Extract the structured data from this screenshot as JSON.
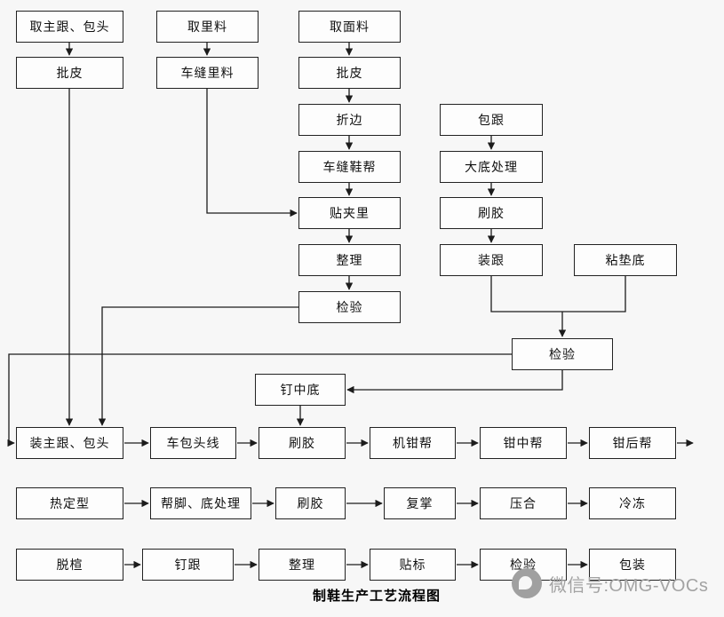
{
  "title": "制鞋生产工艺流程图",
  "watermark": {
    "icon": "wechat-logo-icon",
    "text": "微信号:OMG-VOCs"
  },
  "colors": {
    "page_background": "#f7f7f7",
    "box_background": "#fdfdfd",
    "line": "#1c1c1c",
    "watermark_gray": "#a3a3a3"
  },
  "nodes": {
    "qu_zhugen_baotou": "取主跟、包头",
    "pi_pi_1": "批皮",
    "qu_liliao": "取里料",
    "chefeng_liliao": "车缝里料",
    "qu_mianliao": "取面料",
    "pi_pi_2": "批皮",
    "zhe_bian": "折边",
    "chefeng_xiebang": "车缝鞋帮",
    "tie_jiali": "贴夹里",
    "zhengli_1": "整理",
    "jianyan_1": "检验",
    "bao_gen": "包跟",
    "dadi_chuli": "大底处理",
    "shua_jiao_a": "刷胶",
    "zhuang_gen": "装跟",
    "zhan_diandi": "粘垫底",
    "jianyan_2": "检验",
    "ding_zhongdi": "钉中底",
    "zhuang_zhugen_baotou": "装主跟、包头",
    "che_baotou_xian": "车包头线",
    "shua_jiao_b": "刷胶",
    "ji_qian_bang": "机钳帮",
    "qian_zhong_bang": "钳中帮",
    "qian_hou_bang": "钳后帮",
    "re_dingxing": "热定型",
    "bangjiao_dichuli": "帮脚、底处理",
    "shua_jiao_c": "刷胶",
    "fu_zhang": "复掌",
    "ya_he": "压合",
    "leng_dong": "冷冻",
    "tuo_xuan": "脱楦",
    "ding_gen": "钉跟",
    "zhengli_2": "整理",
    "tie_biao": "贴标",
    "jianyan_3": "检验",
    "bao_zhuang": "包装"
  }
}
